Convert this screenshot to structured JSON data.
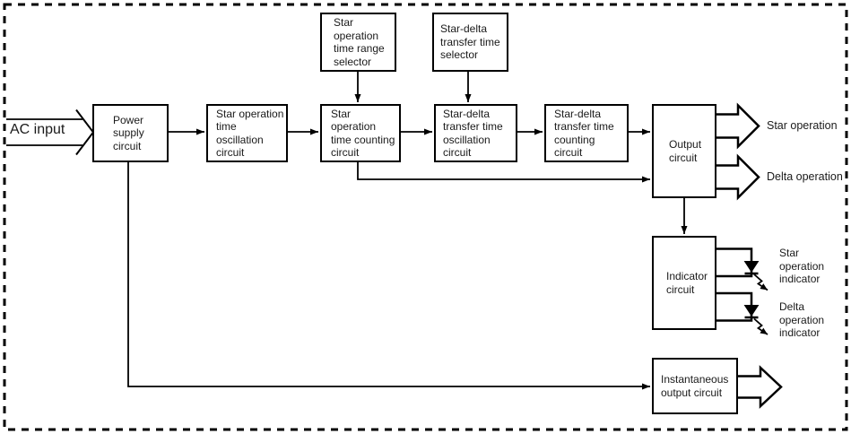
{
  "diagram": {
    "kind": "block-diagram",
    "colors": {
      "line": "#000000",
      "background": "#ffffff"
    },
    "input": {
      "label": "AC input"
    },
    "blocks": {
      "power_supply": {
        "label": "Power\nsupply\ncircuit"
      },
      "star_osc": {
        "label": "Star operation\ntime\noscillation\ncircuit"
      },
      "star_count": {
        "label": "Star\noperation\ntime counting\ncircuit"
      },
      "star_selector": {
        "label": "Star\noperation\ntime range\nselector"
      },
      "sd_selector": {
        "label": "Star-delta\ntransfer time\nselector"
      },
      "sd_osc": {
        "label": "Star-delta\ntransfer time\noscillation\ncircuit"
      },
      "sd_count": {
        "label": "Star-delta\ntransfer time\ncounting\ncircuit"
      },
      "output": {
        "label": "Output\ncircuit"
      },
      "indicator": {
        "label": "Indicator\ncircuit"
      },
      "instantaneous": {
        "label": "Instantaneous\noutput circuit"
      }
    },
    "outputs": {
      "star_operation": {
        "label": "Star operation"
      },
      "delta_operation": {
        "label": "Delta operation"
      },
      "star_indicator": {
        "label": "Star\noperation\nindicator"
      },
      "delta_indicator": {
        "label": "Delta\noperation\nindicator"
      }
    }
  }
}
